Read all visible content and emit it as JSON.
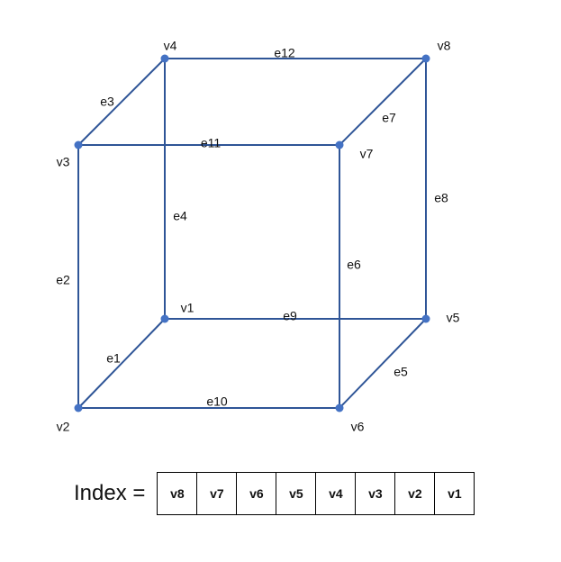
{
  "colors": {
    "edge": "#2f5597",
    "vertex": "#4472c4",
    "text": "#111111"
  },
  "vertices": [
    {
      "id": "v1",
      "label": "v1"
    },
    {
      "id": "v2",
      "label": "v2"
    },
    {
      "id": "v3",
      "label": "v3"
    },
    {
      "id": "v4",
      "label": "v4"
    },
    {
      "id": "v5",
      "label": "v5"
    },
    {
      "id": "v6",
      "label": "v6"
    },
    {
      "id": "v7",
      "label": "v7"
    },
    {
      "id": "v8",
      "label": "v8"
    }
  ],
  "edges": [
    {
      "id": "e1",
      "label": "e1",
      "from": "v1",
      "to": "v2"
    },
    {
      "id": "e2",
      "label": "e2",
      "from": "v2",
      "to": "v3"
    },
    {
      "id": "e3",
      "label": "e3",
      "from": "v3",
      "to": "v4"
    },
    {
      "id": "e4",
      "label": "e4",
      "from": "v4",
      "to": "v1"
    },
    {
      "id": "e5",
      "label": "e5",
      "from": "v5",
      "to": "v6"
    },
    {
      "id": "e6",
      "label": "e6",
      "from": "v6",
      "to": "v7"
    },
    {
      "id": "e7",
      "label": "e7",
      "from": "v7",
      "to": "v8"
    },
    {
      "id": "e8",
      "label": "e8",
      "from": "v8",
      "to": "v5"
    },
    {
      "id": "e9",
      "label": "e9",
      "from": "v1",
      "to": "v5"
    },
    {
      "id": "e10",
      "label": "e10",
      "from": "v2",
      "to": "v6"
    },
    {
      "id": "e11",
      "label": "e11",
      "from": "v3",
      "to": "v7"
    },
    {
      "id": "e12",
      "label": "e12",
      "from": "v4",
      "to": "v8"
    }
  ],
  "index": {
    "label": "Index =",
    "cells": [
      "v8",
      "v7",
      "v6",
      "v5",
      "v4",
      "v3",
      "v2",
      "v1"
    ]
  }
}
